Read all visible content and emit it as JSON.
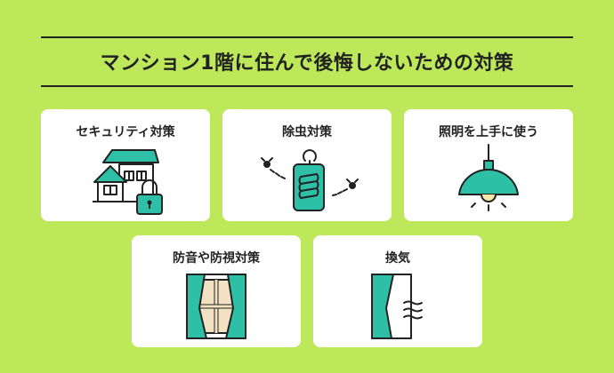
{
  "title": "マンション1階に住んで後悔しないための対策",
  "cards": [
    {
      "label": "セキュリティ対策",
      "icon": "house-lock-icon"
    },
    {
      "label": "除虫対策",
      "icon": "insect-repellent-icon"
    },
    {
      "label": "照明を上手に使う",
      "icon": "pendant-lamp-icon"
    },
    {
      "label": "防音や防視対策",
      "icon": "curtain-window-icon"
    },
    {
      "label": "換気",
      "icon": "ventilation-icon"
    }
  ],
  "colors": {
    "background": "#bde85a",
    "accent": "#2dc0a6",
    "card": "#ffffff",
    "text": "#222222"
  }
}
